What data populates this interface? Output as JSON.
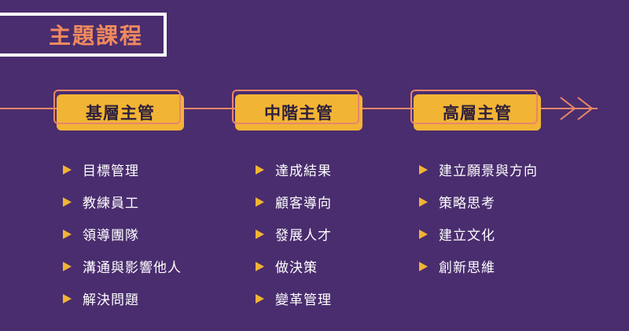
{
  "title": "主題課程",
  "colors": {
    "background": "#4a2d6e",
    "accent_orange": "#f08a5d",
    "accent_yellow": "#f2b434",
    "line": "#e9866a"
  },
  "levels": [
    {
      "label": "基層主管",
      "items": [
        "目標管理",
        "教練員工",
        "領導團隊",
        "溝通與影響他人",
        "解決問題"
      ]
    },
    {
      "label": "中階主管",
      "items": [
        "達成結果",
        "顧客導向",
        "發展人才",
        "做決策",
        "變革管理"
      ]
    },
    {
      "label": "高層主管",
      "items": [
        "建立願景與方向",
        "策略思考",
        "建立文化",
        "創新思維"
      ]
    }
  ]
}
